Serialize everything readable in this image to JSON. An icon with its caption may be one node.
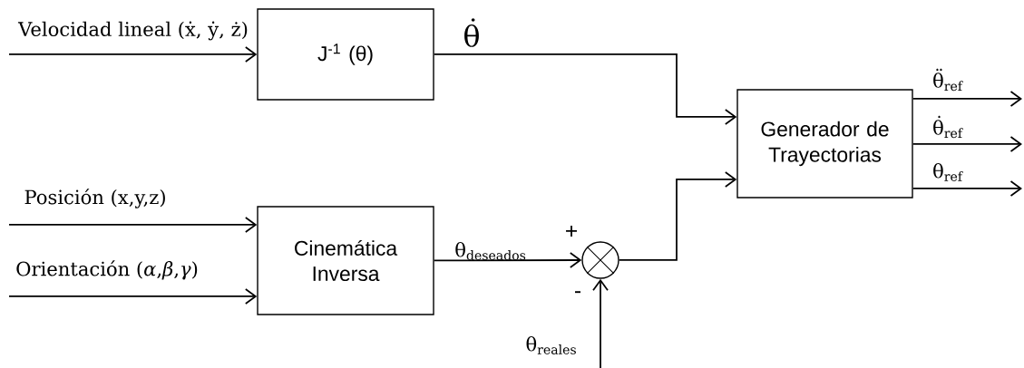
{
  "diagram": {
    "nodes": [
      {
        "text": [
          "J$^{-1}$ (θ)"
        ]
      },
      {
        "text": [
          "Generador de Trayectorias"
        ]
      },
      {
        "text": [
          "Cinemática Inversa"
        ]
      },
      {
        "text": [],
        "shape": "circle"
      }
    ],
    "edges": [
      {
        "from": null,
        "to": 0,
        "arrow": "to",
        "label": "Velocidad lineal (ẋ, ẏ, ż)"
      },
      {
        "from": 0,
        "to": 1,
        "arrow": "to",
        "label": "θ̇"
      },
      {
        "from": null,
        "to": 2,
        "arrow": "to",
        "label": "Posición (x,y,z)"
      },
      {
        "from": null,
        "to": 2,
        "arrow": "to",
        "label": "Orientación (*α*,*β*,*γ*)"
      },
      {
        "from": 2,
        "to": 3,
        "arrow": "to",
        "label": "θ$_{deseados}$"
      },
      {
        "from": null,
        "to": 3,
        "arrow": "to",
        "label": "θ$_{reales}$"
      },
      {
        "from": 3,
        "to": 1,
        "arrow": "to"
      },
      {
        "from": 1,
        "to": null,
        "arrow": "to",
        "label": "θ̈$_{ref}$"
      },
      {
        "from": 1,
        "to": null,
        "arrow": "to",
        "label": "θ̇$_{ref}$"
      },
      {
        "from": 1,
        "to": null,
        "arrow": "to",
        "label": "θ$_{ref}$"
      }
    ],
    "labels": [
      "+",
      "-"
    ]
  }
}
